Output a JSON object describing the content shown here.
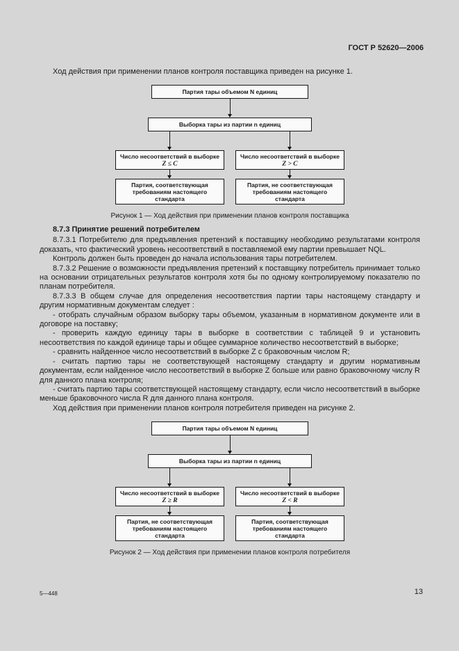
{
  "header": {
    "doc_number": "ГОСТ Р 52620—2006"
  },
  "intro": "Ход действия при применении планов контроля поставщика приведен на рисунке 1.",
  "figure1": {
    "box_lot": "Партия тары объемом N единиц",
    "box_sample": "Выборка тары из партии n единиц",
    "cond_label": "Число несоответствий в выборке",
    "left_cond": "Z ≤ C",
    "right_cond": "Z > C",
    "left_result": "Партия, соответствующая требованиям настоящего стандарта",
    "right_result": "Партия, не соответствующая требованиям настоящего стандарта",
    "caption": "Рисунок 1 — Ход действия при применении планов контроля поставщика"
  },
  "section": {
    "heading": "8.7.3 Принятие решений потребителем",
    "paragraphs": [
      "8.7.3.1 Потребителю для предъявления претензий к поставщику необходимо результатами контроля доказать, что фактический уровень несоответствий в поставляемой ему партии превышает NQL.",
      "Контроль должен быть проведен до начала использования тары потребителем.",
      "8.7.3.2 Решение о возможности предъявления претензий к поставщику потребитель принимает только на основании отрицательных результатов контроля хотя бы по одному контролируемому показателю по планам потребителя.",
      "8.7.3.3 В общем случае для определения несоответствия партии тары настоящему стандарту и другим нормативным документам следует :",
      "- отобрать случайным образом выборку тары объемом, указанным в нормативном документе или в договоре на поставку;",
      "- проверить каждую единицу тары в выборке в соответствии с таблицей 9 и установить несоответствия по каждой единице тары и общее суммарное количество несоответствий в выборке;",
      "- сравнить найденное число несоответствий в выборке Z с браковочным числом R;",
      "- считать партию тары не соответствующей настоящему стандарту и другим нормативным документам, если найденное число несоответствий в выборке Z больше или равно браковочному числу R для данного плана контроля;",
      "- считать партию тары соответствующей настоящему стандарту, если число несоответствий в выборке меньше браковочного числа R для данного плана контроля.",
      "Ход действия при применении планов контроля потребителя приведен на рисунке 2."
    ]
  },
  "figure2": {
    "box_lot": "Партия тары объемом N единиц",
    "box_sample": "Выборка тары из партии n единиц",
    "cond_label": "Число несоответствий в выборке",
    "left_cond": "Z ≥ R",
    "right_cond": "Z < R",
    "left_result": "Партия, не соответствующая требованиям настоящего стандарта",
    "right_result": "Партия, соответствующая требованиям настоящего стандарта",
    "caption": "Рисунок 2 — Ход действия при применении планов контроля потребителя"
  },
  "footer": {
    "note": "5—448",
    "page_number": "13"
  }
}
